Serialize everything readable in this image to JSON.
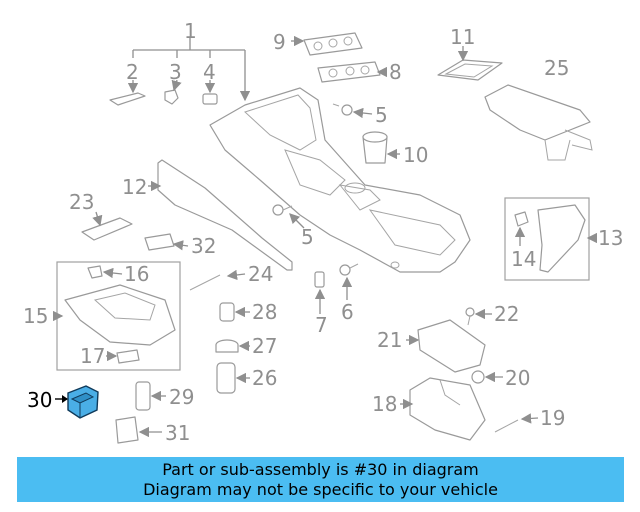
{
  "callouts": {
    "c1": "1",
    "c2": "2",
    "c3": "3",
    "c4": "4",
    "c5a": "5",
    "c5b": "5",
    "c6": "6",
    "c7": "7",
    "c8": "8",
    "c9": "9",
    "c10": "10",
    "c11": "11",
    "c12": "12",
    "c13": "13",
    "c14": "14",
    "c15": "15",
    "c16": "16",
    "c17": "17",
    "c18": "18",
    "c19": "19",
    "c20": "20",
    "c21": "21",
    "c22": "22",
    "c23": "23",
    "c24": "24",
    "c25": "25",
    "c26": "26",
    "c27": "27",
    "c28": "28",
    "c29": "29",
    "c30": "30",
    "c31": "31",
    "c32": "32"
  },
  "highlight": {
    "part": "30",
    "fill_color": "#4aaee6",
    "label_color": "#000000"
  },
  "colors": {
    "line": "#9a9a9a",
    "label": "#8f8f8f",
    "banner": "#4bbdf2"
  },
  "banner": {
    "line1": "Part or sub-assembly is #30 in diagram",
    "line2": "Diagram may not be specific to your vehicle"
  }
}
